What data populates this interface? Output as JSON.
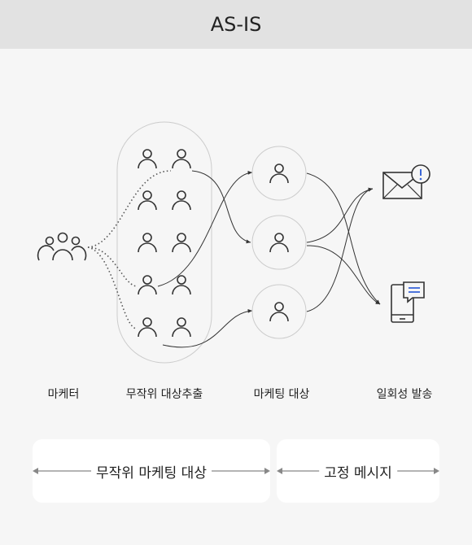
{
  "header": {
    "title": "AS-IS"
  },
  "labels": {
    "marketer": "마케터",
    "random_extraction": "무작위 대상추출",
    "marketing_target": "마케팅 대상",
    "one_time_send": "일회성 발송"
  },
  "bottom": {
    "left_text": "무작위 마케팅 대상",
    "right_text": "고정 메시지"
  },
  "icons": {
    "group": "people-group-icon",
    "person": "person-icon",
    "mail": "mail-alert-icon",
    "phone": "mobile-message-icon"
  },
  "colors": {
    "header_bg": "#e2e2e2",
    "background": "#f6f6f6",
    "stroke": "#333333",
    "blue_accent": "#3a66d8"
  }
}
